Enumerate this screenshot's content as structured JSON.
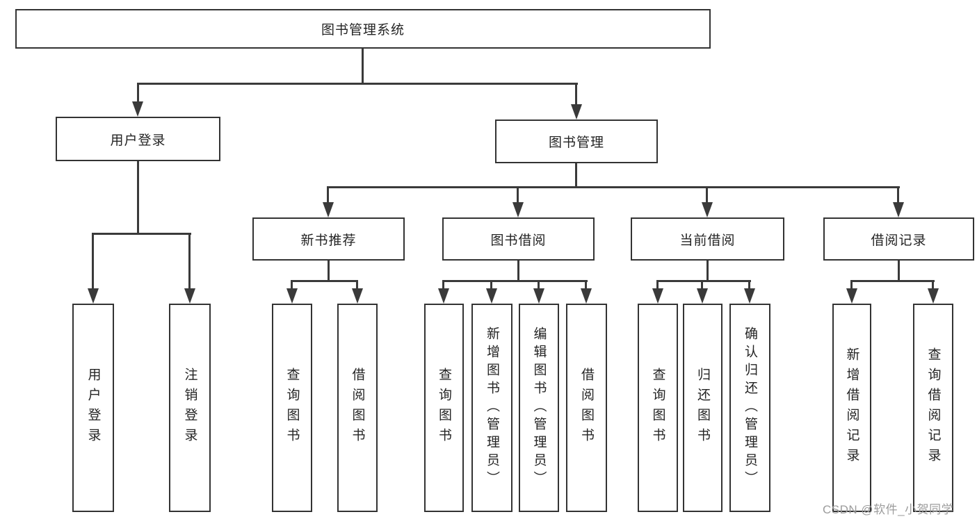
{
  "diagram": {
    "type": "hierarchy-tree",
    "root": {
      "label": "图书管理系统",
      "children": [
        {
          "label": "用户登录",
          "children": [
            {
              "label": "用户登录"
            },
            {
              "label": "注销登录"
            }
          ]
        },
        {
          "label": "图书管理",
          "children": [
            {
              "label": "新书推荐",
              "children": [
                {
                  "label": "查询图书"
                },
                {
                  "label": "借阅图书"
                }
              ]
            },
            {
              "label": "图书借阅",
              "children": [
                {
                  "label": "查询图书"
                },
                {
                  "label": "新增图书（管理员）"
                },
                {
                  "label": "编辑图书（管理员）"
                },
                {
                  "label": "借阅图书"
                }
              ]
            },
            {
              "label": "当前借阅",
              "children": [
                {
                  "label": "查询图书"
                },
                {
                  "label": "归还图书"
                },
                {
                  "label": "确认归还（管理员）"
                }
              ]
            },
            {
              "label": "借阅记录",
              "children": [
                {
                  "label": "新增借阅记录"
                },
                {
                  "label": "查询借阅记录"
                }
              ]
            }
          ]
        }
      ]
    },
    "watermark": "CSDN @软件_小贺同学",
    "colors": {
      "line": "#3a3a3a",
      "box_border": "#333333",
      "text": "#242424",
      "watermark": "#9c9c9c",
      "background": "#ffffff"
    }
  }
}
